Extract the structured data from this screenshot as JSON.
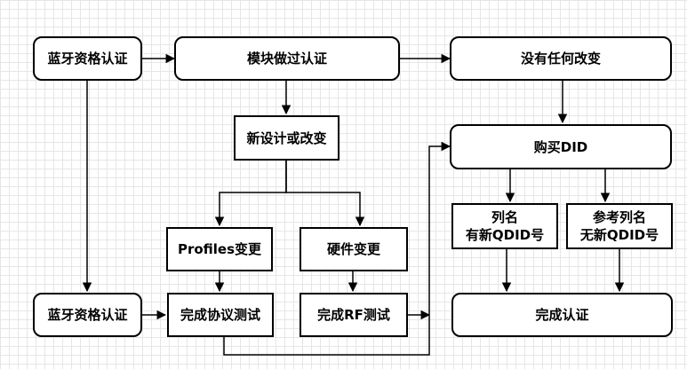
{
  "nodes": {
    "bt_qual_top": "蓝牙资格认证",
    "module_certified": "模块做过认证",
    "no_change": "没有任何改变",
    "new_design": "新设计或改变",
    "buy_did": "购买DID",
    "profiles_change": "Profiles变更",
    "hardware_change": "硬件变更",
    "listed_new_qdid": [
      "列名",
      "有新QDID号"
    ],
    "ref_list_no_qdid": [
      "参考列名",
      "无新QDID号"
    ],
    "bt_qual_bottom": "蓝牙资格认证",
    "protocol_test": "完成协议测试",
    "rf_test": "完成RF测试",
    "complete_cert": "完成认证"
  }
}
